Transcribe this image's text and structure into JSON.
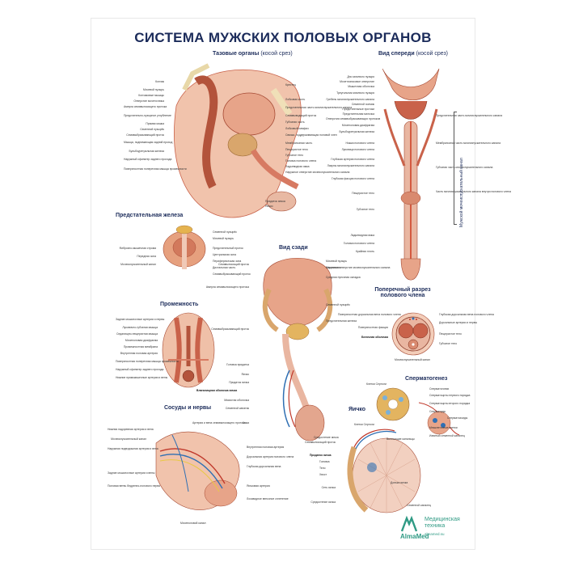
{
  "title": "СИСТЕМА МУЖСКИХ ПОЛОВЫХ ОРГАНОВ",
  "sections": {
    "pelvic": {
      "title": "Тазовые органы",
      "sub": "(косой срез)"
    },
    "front": {
      "title": "Вид спереди",
      "sub": "(косой срез)"
    },
    "prostate": {
      "title": "Предстательная железа"
    },
    "back": {
      "title": "Вид сзади"
    },
    "perineum": {
      "title": "Промежность"
    },
    "cross": {
      "title": "Поперечный разрез полового члена"
    },
    "vessels": {
      "title": "Сосуды и нервы"
    },
    "sperm": {
      "title": "Сперматогенез"
    },
    "testis": {
      "title": "Яичко"
    }
  },
  "vertical_label": "Мужской мочеиспускательный канал",
  "labels": {
    "pelvic_left": [
      "Копчик",
      "Мочевой пузырь",
      "Копчиковые мышцы",
      "Отверстие мочеточника",
      "Ампула семявыносящего протока",
      "Предстательно-пузырное углубление",
      "Прямая кишка",
      "Семенной пузырёк",
      "Семявыбрасывающий проток",
      "Мышца, поднимающая задний проход",
      "Бульбоуретральная железа",
      "Наружный сфинктер заднего прохода",
      "Поверхностная поперечная мышца промежности"
    ],
    "pelvic_right": [
      "Крестец",
      "Лобковая кость",
      "Предстательная часть мочеиспускательного канала",
      "Семявыводящий проток",
      "Губчатая часть",
      "Лобковый симфиз",
      "Связка, поддерживающая половой член",
      "Мембранозная часть",
      "Пещеристое тело",
      "Губчатое тело",
      "Головка полового члена",
      "Ладьевидная ямка",
      "Наружное отверстие мочеиспускательного канала",
      "Придаток яичка",
      "Яичко"
    ],
    "front_left": [
      "Дно мочевого пузыря",
      "Мочеточниковое отверстие",
      "Мышечная оболочка",
      "Треугольник мочевого пузыря",
      "Гребень мочеиспускательного канала",
      "Семенной холмик",
      "Предстательные протоки",
      "Предстательная маточка",
      "Отверстия семявыбрасывающих протоков",
      "Мочеполовая диафрагма",
      "Бульбоуретральная железа",
      "Ножка полового члена",
      "Луковица полового члена",
      "Глубокая артерия полового члена",
      "Лакуны мочеиспускательного канала",
      "Глубокая фасция полового члена",
      "Пещеристое тело",
      "Губчатое тело",
      "Ладьевидная ямка",
      "Головка полового члена",
      "Крайняя плоть",
      "Наружное отверстие мочеиспускательного канала"
    ],
    "front_right": [
      "Предстательная часть мочеиспускательного канала",
      "Мембранозная часть мочеиспускательного канала",
      "Губчатая часть мочеиспускательного канала",
      "Часть мочеиспускательного канала внутри полового члена"
    ],
    "prostate": [
      "Семенной пузырёк",
      "Мочевой пузырь",
      "Фиброзно-мышечная строма",
      "Передняя зона",
      "Предстательный проток",
      "Центральная зона",
      "Периферическая зона",
      "Мочеиспускательный канал",
      "Дистальная часть",
      "Семявыбрасывающий проток"
    ],
    "back": [
      "Мочевой пузырь",
      "Мочеточник",
      "Семявыносящий проток",
      "Средняя пупочная складка",
      "Ампула семявыносящего протока",
      "Семенной пузырёк",
      "Предстательная железа",
      "Семявыбрасывающий проток",
      "Головка придатка",
      "Яичко",
      "Придаток яичка",
      "Влагалищная оболочка яичка",
      "Мясистая оболочка",
      "Семенной канатик",
      "Кожа",
      "Средостение яичка"
    ],
    "cross": [
      "Поверхностная дорсальная вена полового члена",
      "Глубокая дорсальная вена полового члена",
      "Дорсальные артерии и нервы",
      "Поверхностная фасция",
      "Белочная оболочка",
      "Пещеристое тело",
      "Губчатое тело",
      "Мочеиспускательный канал"
    ],
    "sperm": [
      "Клетки Сертоли",
      "Сперматогонии",
      "Сперматоциты первого порядка",
      "Сперматоциты второго порядка",
      "Сперматиды",
      "Сперматозоиды",
      "Межклеточные клетки",
      "Извитый семенной каналец"
    ],
    "testis": [
      "Клетки Сертоли",
      "Семявыносящий проток",
      "Придаток яичка",
      "Выносящие канальцы",
      "Головка",
      "Тело",
      "Хвост",
      "Сеть яичка",
      "Средостение яичка",
      "Долька яичка",
      "Семенной каналец"
    ],
    "vessels": [
      "Артерия и вена семявыносящего протока",
      "Нижняя надчревная артерия и вена",
      "Мочеиспускательный канал",
      "Наружная подвздошная артерия и вена",
      "Внутренняя половая артерия",
      "Дорсальная артерия полового члена",
      "Глубокая дорсальная вена",
      "Задние мошоночные артерии и вены",
      "Половая ветвь бедренно-полового нерва",
      "Яичковая артерия",
      "Лозовидное венозное сплетение",
      "Мочеполовой канал"
    ],
    "perineum": [
      "Задние мошоночные артерии и нервы",
      "Луковично-губчатая мышца",
      "Седалищно-пещеристая мышца",
      "Мочеполовая диафрагма",
      "Промежностная мембрана",
      "Внутренняя половая артерия",
      "Поверхностная поперечная мышца промежности",
      "Наружный сфинктер заднего прохода",
      "Нижние прямокишечные артерии и вены"
    ]
  },
  "logo": {
    "brand": "AlmaMed",
    "line1": "Медицинская",
    "line2": "техника",
    "url": "almamed.su"
  },
  "colors": {
    "title": "#1b2b5a",
    "flesh": "#e7a489",
    "muscle": "#c9624a",
    "artery": "#c0392b",
    "vein": "#2f6fb3",
    "nerve": "#e8c845",
    "accent": "#2f9a84"
  }
}
